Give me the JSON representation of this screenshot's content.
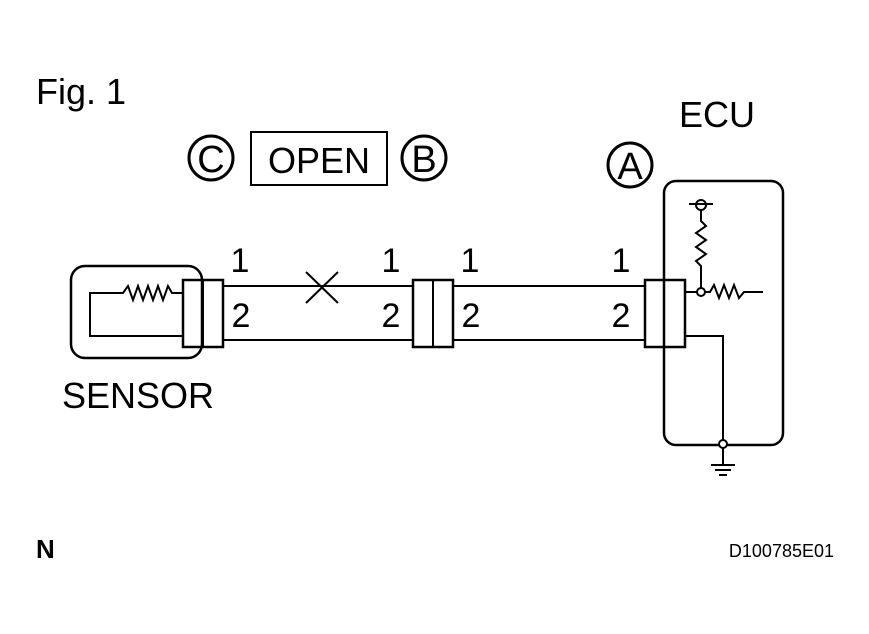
{
  "figure": {
    "title": "Fig. 1",
    "code_left": "N",
    "figure_id": "D100785E01"
  },
  "labels": {
    "point_c": "C",
    "point_b": "B",
    "point_a": "A",
    "open_box": "OPEN",
    "ecu": "ECU",
    "sensor": "SENSOR"
  },
  "connectors": {
    "sensor_side": {
      "pin1": "1",
      "pin2": "2"
    },
    "mid_left": {
      "pin1": "1",
      "pin2": "2"
    },
    "mid_right": {
      "pin1": "1",
      "pin2": "2"
    },
    "ecu_side": {
      "pin1": "1",
      "pin2": "2"
    }
  },
  "colors": {
    "ink": "#000000",
    "background": "#ffffff"
  }
}
